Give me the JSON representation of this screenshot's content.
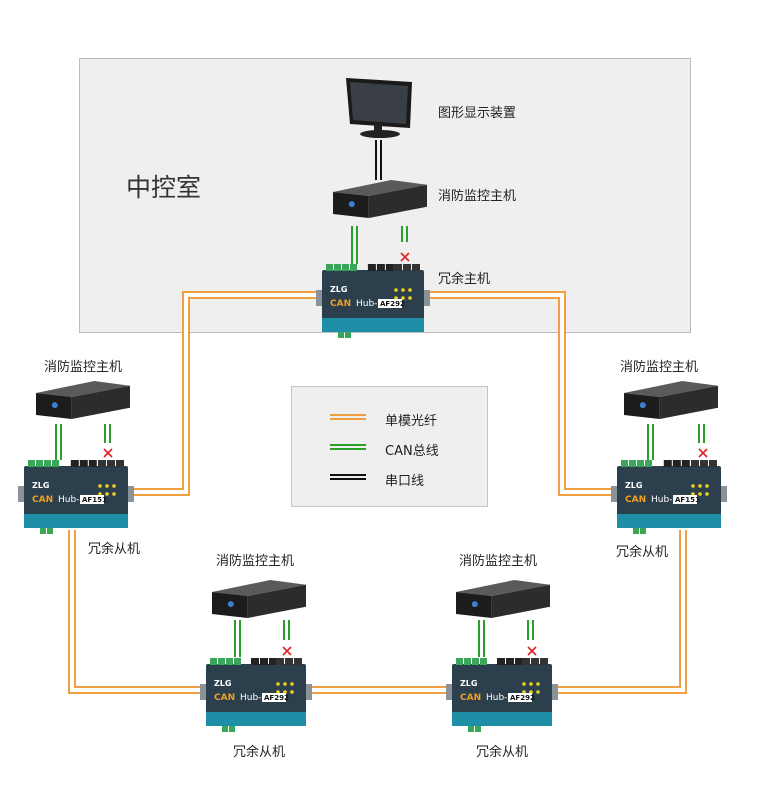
{
  "colors": {
    "fiber": "#f0a040",
    "can": "#2aa02a",
    "serial": "#111111",
    "room_bg": "#efefef",
    "device_body": "#2b3f4d",
    "device_band": "#1f8fa8",
    "error_x": "#e02020"
  },
  "control_room": {
    "title": "中控室"
  },
  "labels": {
    "display": "图形显示装置",
    "main_host": "消防监控主机",
    "master": "冗余主机",
    "host_left": "消防监控主机",
    "host_right": "消防监控主机",
    "host_bl": "消防监控主机",
    "host_br": "消防监控主机",
    "slave_left": "冗余从机",
    "slave_right": "冗余从机",
    "slave_bl": "冗余从机",
    "slave_br": "冗余从机"
  },
  "devices": {
    "brand": "ZLG",
    "can_text": "CAN",
    "hub_text": "Hub-",
    "model_af292": "AF292",
    "model_af151": "AF151"
  },
  "legend": {
    "fiber": "单模光纤",
    "can": "CAN总线",
    "serial": "串口线"
  },
  "icons": {
    "monitor": "monitor-icon",
    "host": "mini-pc-icon",
    "hub": "canhub-device-icon",
    "broken": "cross-icon"
  }
}
